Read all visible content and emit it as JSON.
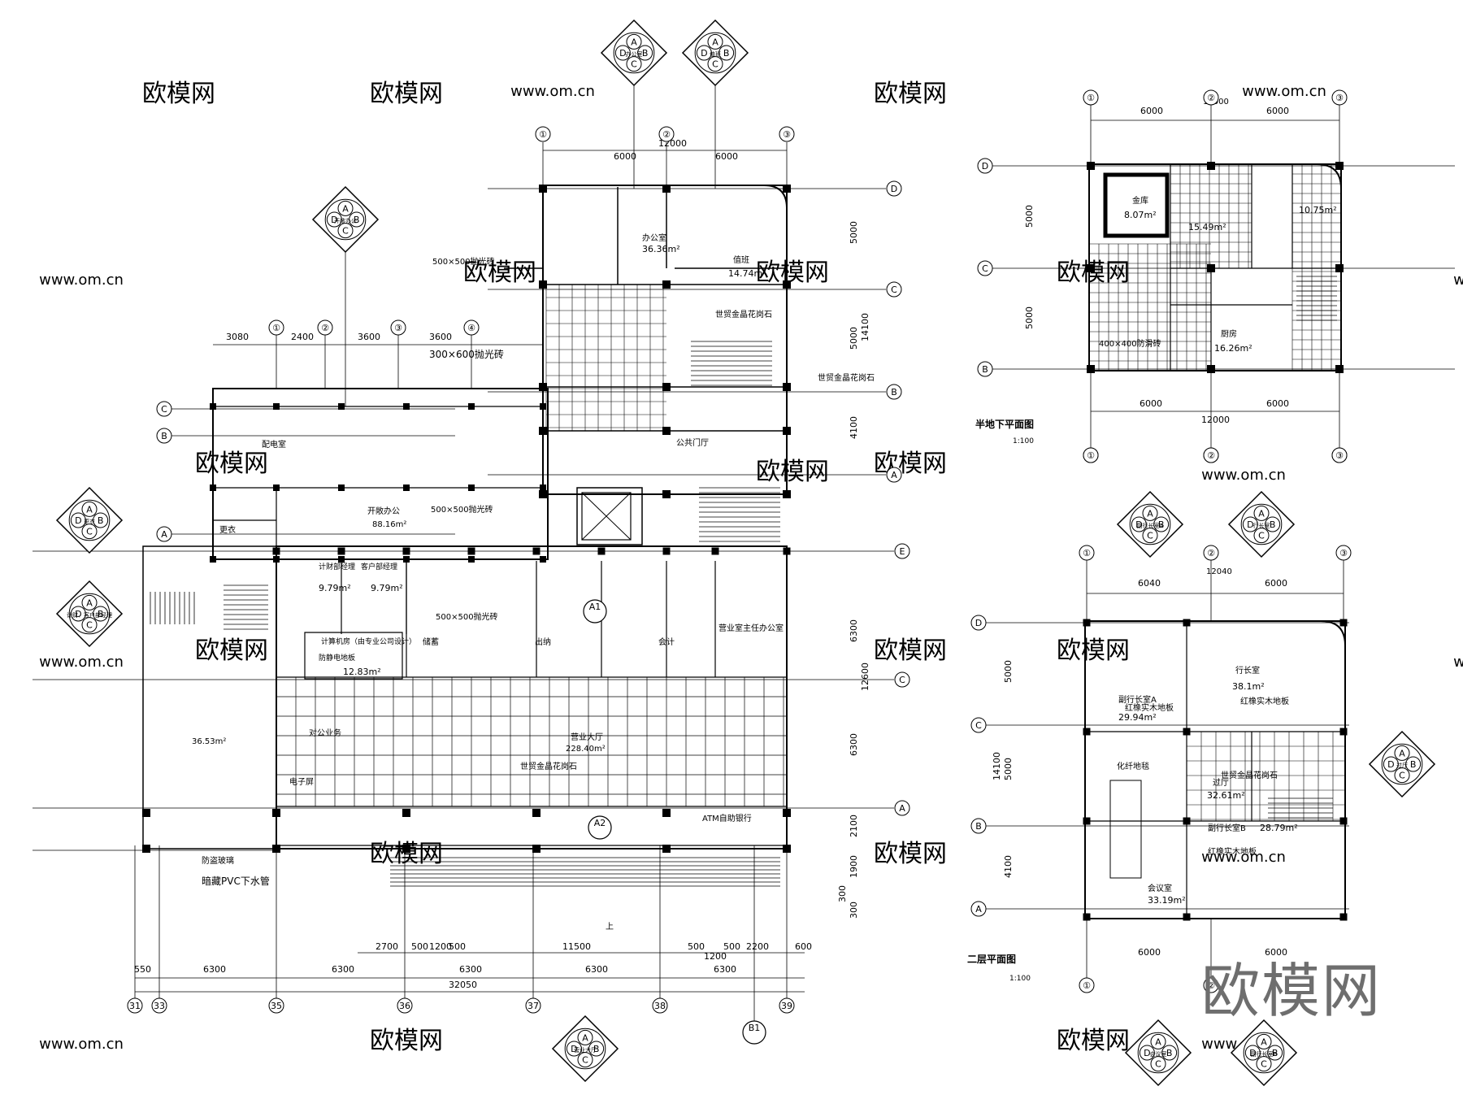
{
  "plans": {
    "main_title": "",
    "basement_title": "半地下平面图",
    "basement_scale": "1:100",
    "second_title": "二层平面图",
    "second_scale": "1:100"
  },
  "grid_bubbles": {
    "ground_top": [
      "①",
      "②",
      "③"
    ],
    "ground_top_dims": [
      "6000",
      "12000",
      "6000"
    ],
    "ground_right": [
      "D",
      "C",
      "B",
      "A"
    ],
    "ground_right_dims": [
      "5000",
      "14100",
      "5000",
      "4100"
    ],
    "wing_top": [
      "①",
      "②",
      "③",
      "④"
    ],
    "wing_top_dims": [
      "3080",
      "2400",
      "3600",
      "3600"
    ],
    "wing_left": [
      "C",
      "B",
      "A"
    ],
    "hall_right": [
      "E",
      "C",
      "A"
    ],
    "hall_right_dims": [
      "6300",
      "12600",
      "6300",
      "2100",
      "1900",
      "300",
      "300"
    ],
    "bottom": [
      "31",
      "33",
      "35",
      "36",
      "37",
      "38",
      "39"
    ],
    "bottom_dims": [
      "550",
      "6300",
      "6300",
      "6300",
      "6300",
      "6300",
      "600",
      "32050"
    ],
    "bottom_inner_dims": [
      "2700",
      "500",
      "1200",
      "500",
      "11500",
      "500",
      "1200",
      "500",
      "2200"
    ],
    "basement_top": [
      "①",
      "②",
      "③"
    ],
    "basement_top_dims": [
      "6000",
      "12000",
      "6000"
    ],
    "basement_left": [
      "D",
      "C",
      "B"
    ],
    "basement_left_dims": [
      "5000",
      "5000"
    ],
    "basement_bottom": [
      "①",
      "②",
      "③"
    ],
    "basement_bottom_dims": [
      "6000",
      "6000",
      "12000"
    ],
    "second_top": [
      "①",
      "②",
      "③"
    ],
    "second_top_dims": [
      "6040",
      "12040",
      "6000"
    ],
    "second_left": [
      "D",
      "C",
      "B",
      "A"
    ],
    "second_left_dims": [
      "5000",
      "14100",
      "5000",
      "4100"
    ],
    "second_bottom": [
      "①",
      "②"
    ],
    "second_bottom_dims": [
      "6000",
      "6000"
    ]
  },
  "rooms_ground": [
    {
      "name": "办公室",
      "area": "36.36m²"
    },
    {
      "name": "值班",
      "area": "14.74m²"
    },
    {
      "name": "开敞办公",
      "area": "88.16m²"
    },
    {
      "name": "计财部经理",
      "area": "9.79m²"
    },
    {
      "name": "客户部经理",
      "area": "9.79m²"
    },
    {
      "name": "计算机房（由专业公司设计）",
      "area": "12.83m²"
    },
    {
      "name": "营业大厅",
      "area": "228.40m²"
    },
    {
      "name": "",
      "area": "36.53m²"
    },
    {
      "name": "配电室",
      "area": ""
    },
    {
      "name": "更衣",
      "area": ""
    },
    {
      "name": "营业室主任办公室",
      "area": ""
    },
    {
      "name": "公共门厅",
      "area": ""
    },
    {
      "name": "对公业务",
      "area": ""
    },
    {
      "name": "ATM自助银行",
      "area": ""
    },
    {
      "name": "储蓄",
      "area": ""
    },
    {
      "name": "出纳",
      "area": ""
    },
    {
      "name": "会计",
      "area": ""
    },
    {
      "name": "电子屏",
      "area": ""
    }
  ],
  "notes_ground": [
    "500×500抛光砖",
    "300×600抛光砖",
    "500×500抛光砖",
    "500×500抛光砖",
    "防静电地板",
    "世贸金晶花岗石",
    "世贸金晶花岗石",
    "世贸金晶花岗石",
    "防盗玻璃",
    "暗藏PVC下水管",
    "上"
  ],
  "rooms_basement": [
    {
      "name": "金库",
      "area": "8.07m²"
    },
    {
      "name": "",
      "area": "15.49m²"
    },
    {
      "name": "",
      "area": "10.75m²"
    },
    {
      "name": "厨房",
      "area": "16.26m²"
    },
    {
      "name": "400×400防滑砖",
      "area": ""
    }
  ],
  "rooms_second": [
    {
      "name": "副行长室A",
      "area": "29.94m²"
    },
    {
      "name": "行长室",
      "area": "38.1m²"
    },
    {
      "name": "过厅",
      "area": "32.61m²"
    },
    {
      "name": "副行长室B",
      "area": "28.79m²"
    },
    {
      "name": "会议室",
      "area": "33.19m²"
    },
    {
      "name": "红橡实木地板",
      "area": ""
    },
    {
      "name": "红橡实木地板",
      "area": ""
    },
    {
      "name": "红橡实木地板",
      "area": ""
    },
    {
      "name": "化纤地毯",
      "area": ""
    },
    {
      "name": "世贸金晶花岗石",
      "area": ""
    }
  ],
  "elevation_markers": [
    {
      "tag": "办公室",
      "letters": [
        "A",
        "B",
        "C",
        "D"
      ]
    },
    {
      "tag": "值班",
      "letters": [
        "A",
        "B",
        "C",
        "D"
      ]
    },
    {
      "tag": "开敞办公",
      "letters": [
        "A",
        "B",
        "C",
        "D"
      ]
    },
    {
      "tag": "更衣",
      "letters": [
        "A",
        "B",
        "C",
        "D"
      ]
    },
    {
      "tag": "计财、客户部经理",
      "letters": [
        "A",
        "B",
        "C",
        "D"
      ]
    },
    {
      "tag": "营业大厅",
      "letters": [
        "A",
        "B",
        "C",
        "D"
      ]
    },
    {
      "tag": "副行长室A",
      "letters": [
        "A",
        "B",
        "C",
        "D"
      ]
    },
    {
      "tag": "行长室",
      "letters": [
        "A",
        "B",
        "C",
        "D"
      ]
    },
    {
      "tag": "过厅",
      "letters": [
        "A",
        "B",
        "C",
        "D"
      ]
    },
    {
      "tag": "会议室",
      "letters": [
        "A",
        "B",
        "C",
        "D"
      ]
    },
    {
      "tag": "副行长室B",
      "letters": [
        "A",
        "B",
        "C",
        "D"
      ]
    }
  ],
  "section_marks": [
    "A1",
    "A2",
    "B1"
  ],
  "watermark": "欧模网",
  "watermark_url": "www.om.cn",
  "brand": "欧模网",
  "colors": {
    "line": "#000000",
    "watermark": "#cfcfcf",
    "brand": "#6e6e6e"
  }
}
